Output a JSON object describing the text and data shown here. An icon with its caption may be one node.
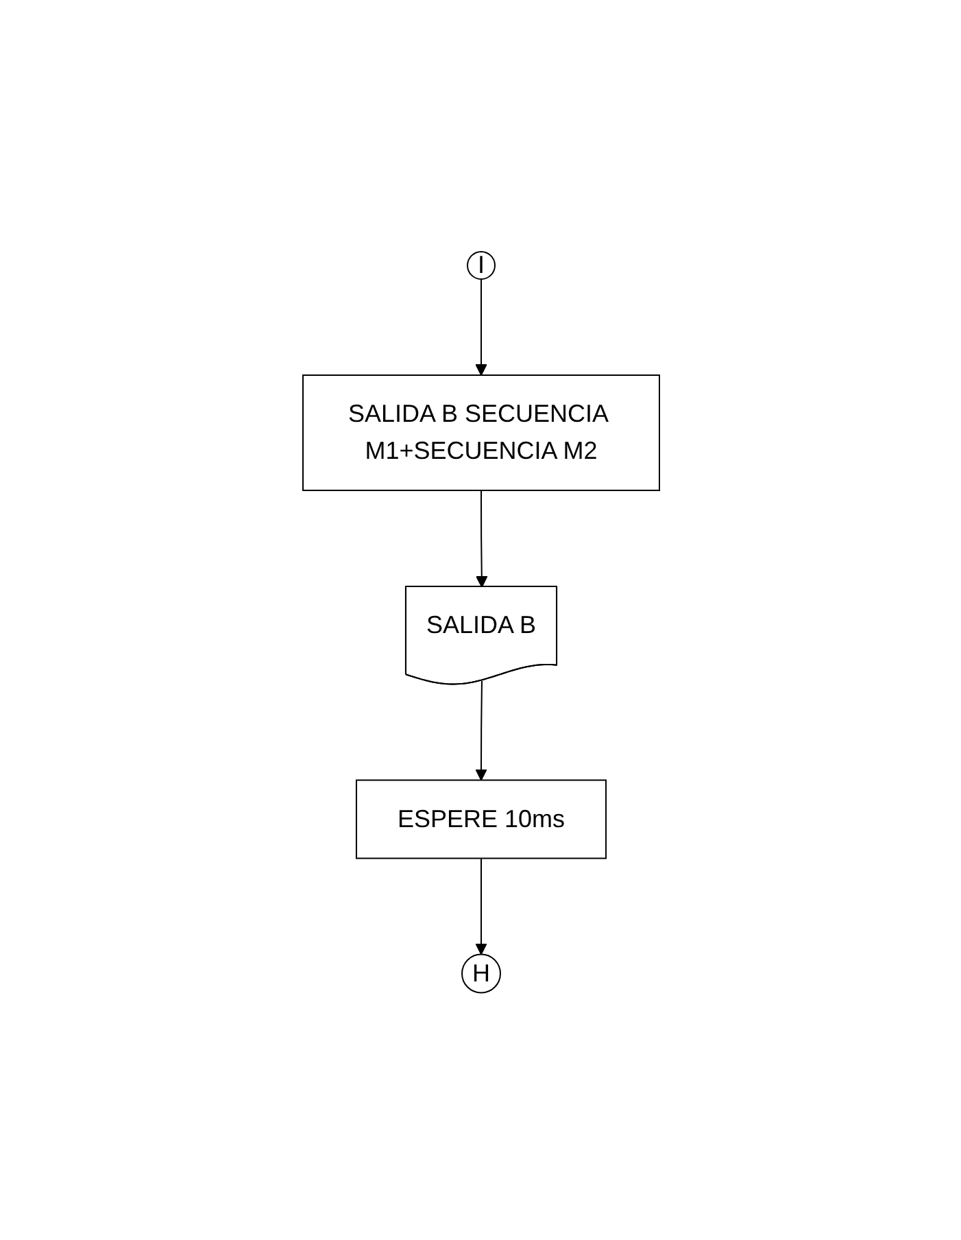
{
  "diagram": {
    "nodes": [
      {
        "text": [
          "I"
        ]
      },
      {
        "text": [
          "SALIDA B SECUENCIA M1+SECUENCIA M2"
        ]
      },
      {
        "text": [
          "SALIDA B"
        ]
      },
      {
        "text": [
          "ESPERE 10ms"
        ]
      },
      {
        "text": [
          "H"
        ]
      }
    ],
    "edges": [
      {
        "from": 0,
        "to": 1,
        "arrow": "to"
      },
      {
        "from": 1,
        "to": 2,
        "arrow": "to"
      },
      {
        "from": 2,
        "to": 3,
        "arrow": "to"
      },
      {
        "from": 3,
        "to": 4,
        "arrow": "to"
      }
    ]
  }
}
